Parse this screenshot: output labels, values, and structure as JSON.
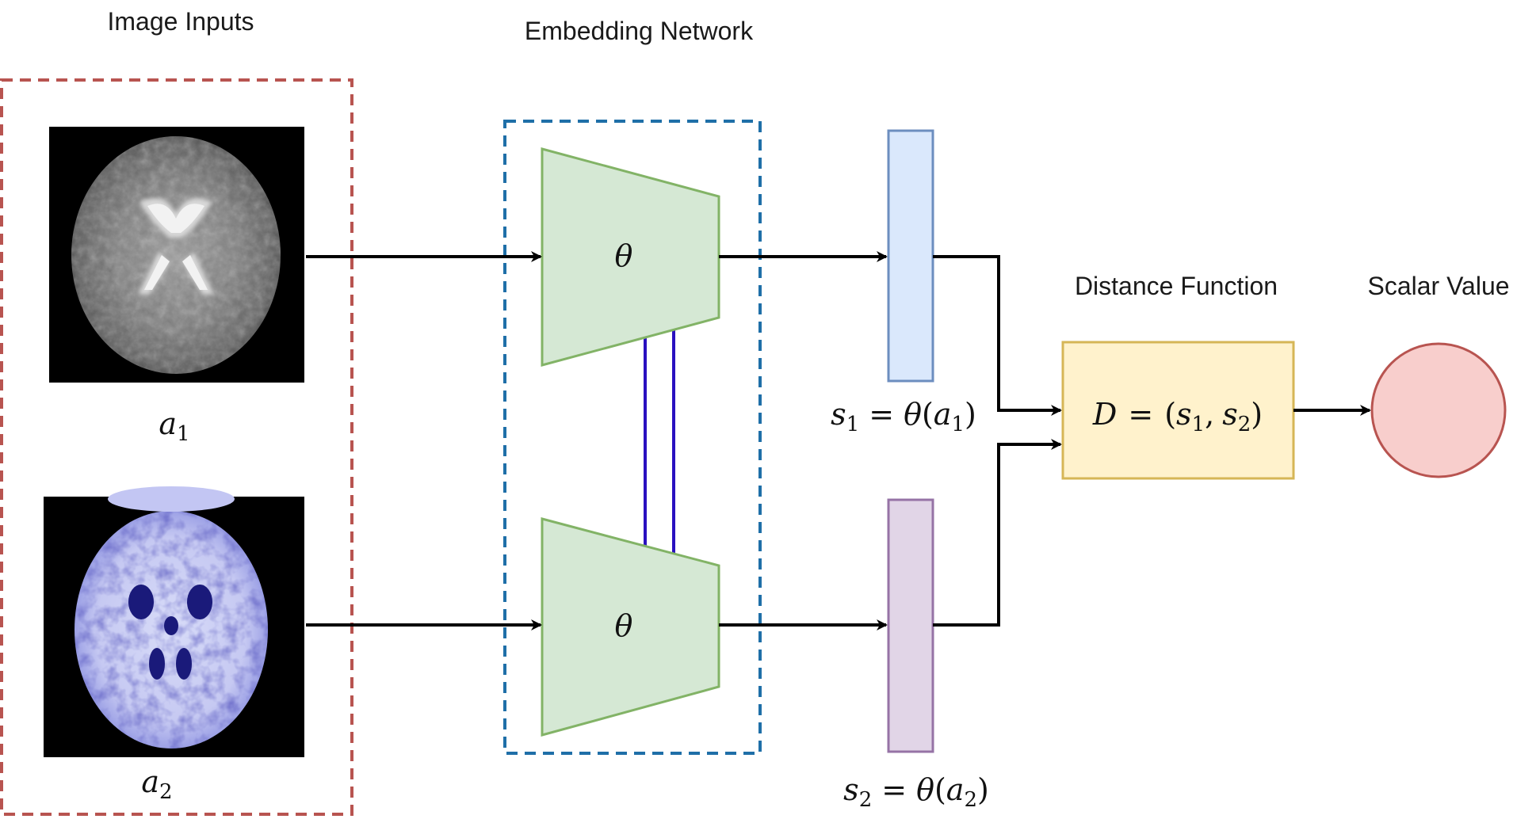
{
  "headings": {
    "image_inputs": "Image Inputs",
    "embedding_network": "Embedding Network",
    "distance_function": "Distance Function",
    "scalar_value": "Scalar Value"
  },
  "inputs": {
    "a1": {
      "var": "a",
      "sub": "1"
    },
    "a2": {
      "var": "a",
      "sub": "2"
    }
  },
  "encoders": {
    "top_symbol": "θ",
    "bottom_symbol": "θ"
  },
  "embeddings": {
    "s1": {
      "lhs": "s",
      "lhs_sub": "1",
      "eq": "=",
      "fn": "θ",
      "open": "(",
      "arg": "a",
      "arg_sub": "1",
      "close": ")"
    },
    "s2": {
      "lhs": "s",
      "lhs_sub": "2",
      "eq": "=",
      "fn": "θ",
      "open": "(",
      "arg": "a",
      "arg_sub": "2",
      "close": ")"
    }
  },
  "distance_formula": {
    "fn": "D",
    "eq": "=",
    "open": "(",
    "s1": "s",
    "s1_sub": "1",
    "comma": ",",
    "s2": "s",
    "s2_sub": "2",
    "close": ")"
  },
  "colors": {
    "inputs_box_border": "#b85450",
    "network_box_border": "#1f6fa8",
    "encoder_fill": "#d5e8d4",
    "encoder_border": "#82b366",
    "weight_sharing_lines": "#2a10c0",
    "embedding_top_fill": "#dae8fc",
    "embedding_top_border": "#6c8ebf",
    "embedding_bottom_fill": "#e1d5e7",
    "embedding_bottom_border": "#9673a6",
    "distance_fill": "#fff2cc",
    "distance_border": "#d6b656",
    "scalar_fill": "#f8cecc",
    "scalar_border": "#b85450",
    "arrows": "#000000"
  }
}
